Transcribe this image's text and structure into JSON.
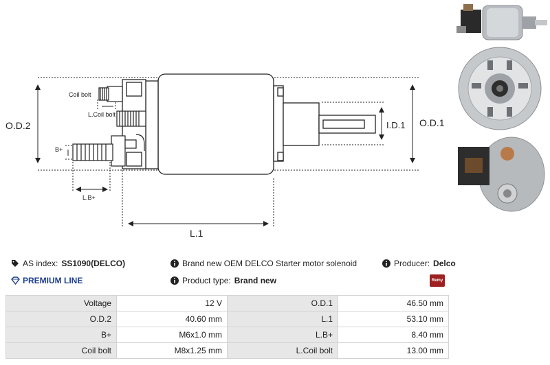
{
  "diagram": {
    "labels": {
      "od2": "O.D.2",
      "od1": "O.D.1",
      "id1": "I.D.1",
      "l1": "L.1",
      "lb": "L.B+",
      "bplus": "B+",
      "coil_bolt": "Coil bolt",
      "lcoil_bolt": "L.Coil bolt"
    }
  },
  "info": {
    "as_index_label": "AS index:",
    "as_index_value": "SS1090(DELCO)",
    "premium_line": "PREMIUM LINE",
    "description": "Brand new OEM DELCO Starter motor solenoid",
    "product_type_label": "Product type:",
    "product_type_value": "Brand new",
    "producer_label": "Producer:",
    "producer_value": "Delco",
    "logo_text": "Remy"
  },
  "specs": [
    {
      "label1": "Voltage",
      "value1": "12 V",
      "label2": "O.D.1",
      "value2": "46.50 mm"
    },
    {
      "label1": "O.D.2",
      "value1": "40.60 mm",
      "label2": "L.1",
      "value2": "53.10 mm"
    },
    {
      "label1": "B+",
      "value1": "M6x1.0 mm",
      "label2": "L.B+",
      "value2": "8.40 mm"
    },
    {
      "label1": "Coil bolt",
      "value1": "M8x1.25 mm",
      "label2": "L.Coil bolt",
      "value2": "13.00 mm"
    }
  ],
  "icons": [
    "tag-icon",
    "info-icon",
    "diamond-icon"
  ]
}
